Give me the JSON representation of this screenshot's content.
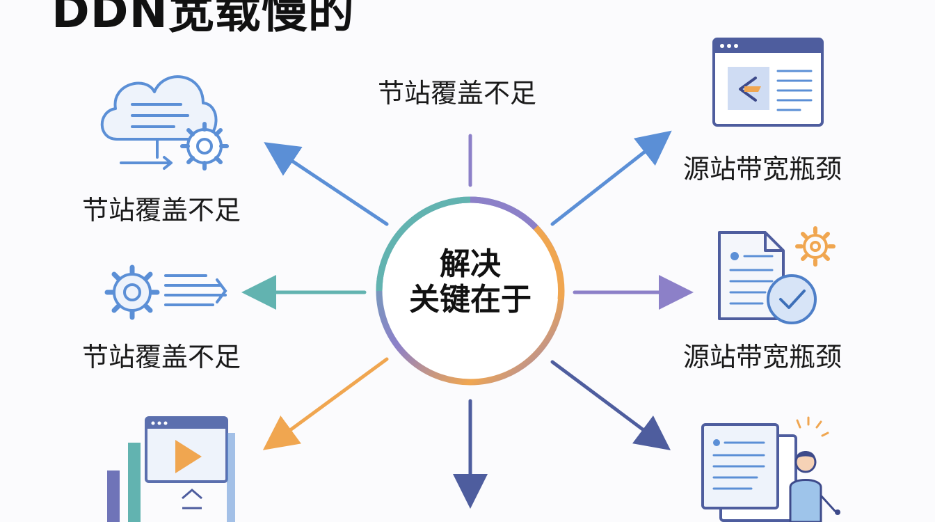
{
  "title": "DDN宽载慢的",
  "center": {
    "line1": "解决",
    "line2": "关键在于"
  },
  "nodes": {
    "top": {
      "label": "节站覆盖不足"
    },
    "upper_left": {
      "label": "节站覆盖不足",
      "icon": "cloud-server-gear-icon"
    },
    "mid_left": {
      "label": "节站覆盖不足",
      "icon": "gear-speed-lines-icon"
    },
    "lower_left": {
      "icon": "video-player-bars-icon"
    },
    "bottom": {},
    "upper_right": {
      "label": "源站带宽瓶颈",
      "icon": "browser-window-icon"
    },
    "mid_right": {
      "label": "源站带宽瓶颈",
      "icon": "document-gear-check-icon"
    },
    "lower_right": {
      "icon": "document-person-icon"
    }
  },
  "colors": {
    "blue": "#5b8fd6",
    "teal": "#62b3b0",
    "orange": "#f0a650",
    "purple": "#8c80c8",
    "navy": "#4e5d9e"
  }
}
